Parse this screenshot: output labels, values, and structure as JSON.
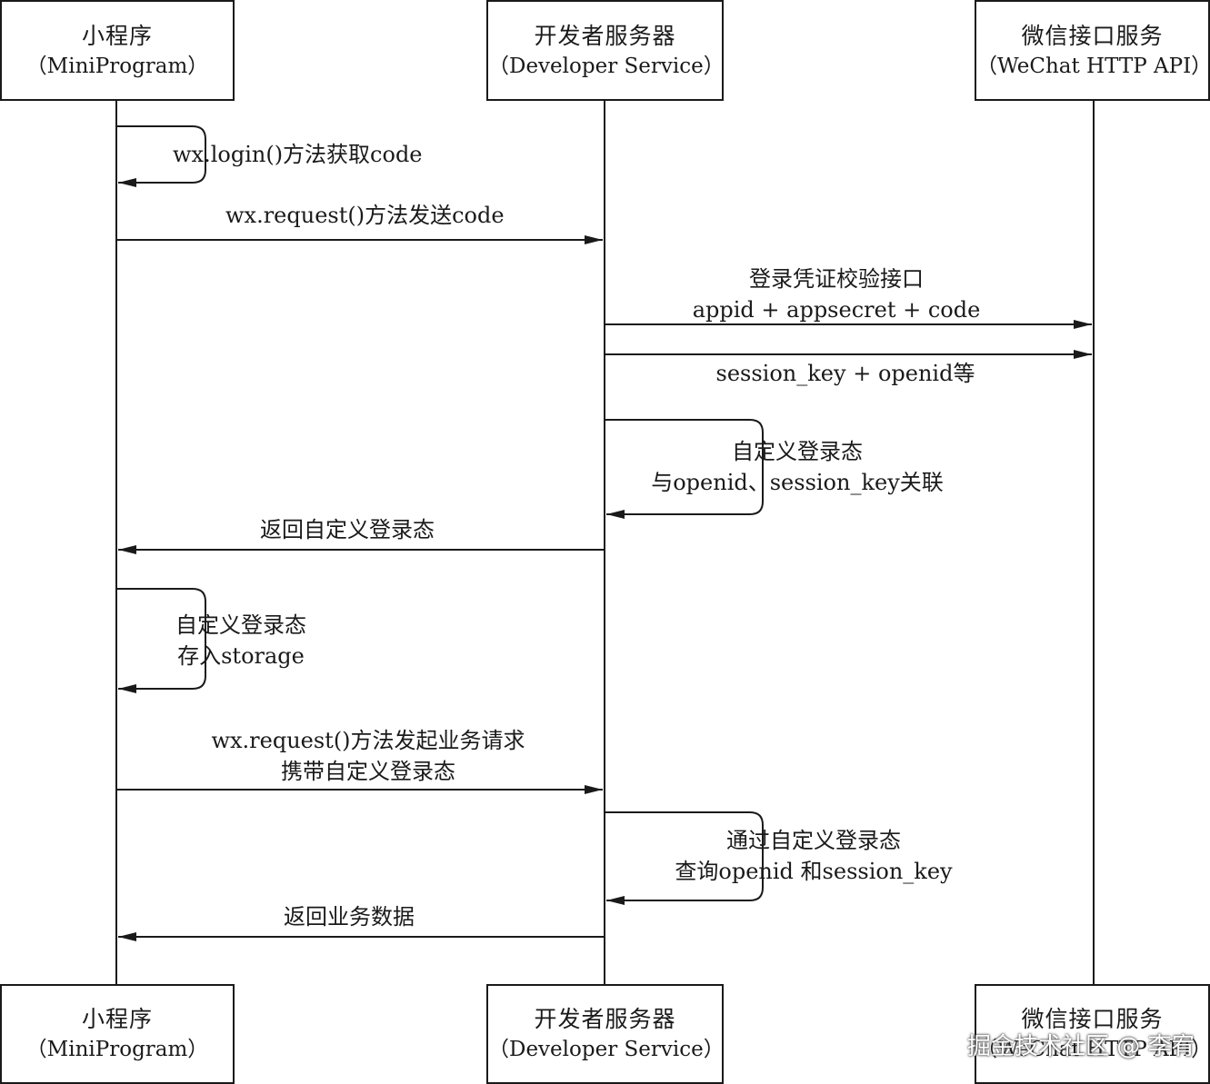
{
  "participants": {
    "miniprogram": {
      "name": "小程序",
      "sub": "（MiniProgram）"
    },
    "developer": {
      "name": "开发者服务器",
      "sub": "（Developer Service）"
    },
    "wechat": {
      "name": "微信接口服务",
      "sub": "（WeChat HTTP API）"
    }
  },
  "messages": [
    {
      "id": "m1",
      "from": "miniprogram",
      "to": "miniprogram",
      "self": true,
      "lines": [
        "wx.login()方法获取code"
      ]
    },
    {
      "id": "m2",
      "from": "miniprogram",
      "to": "developer",
      "lines": [
        "wx.request()方法发送code"
      ]
    },
    {
      "id": "m3",
      "from": "developer",
      "to": "wechat",
      "lines": [
        "登录凭证校验接口",
        "appid + appsecret + code"
      ]
    },
    {
      "id": "m4",
      "from": "developer",
      "to": "wechat",
      "lines": [
        "session_key + openid等"
      ]
    },
    {
      "id": "m5",
      "from": "developer",
      "to": "developer",
      "self": true,
      "lines": [
        "自定义登录态",
        "与openid、session_key关联"
      ]
    },
    {
      "id": "m6",
      "from": "developer",
      "to": "miniprogram",
      "lines": [
        "返回自定义登录态"
      ]
    },
    {
      "id": "m7",
      "from": "miniprogram",
      "to": "miniprogram",
      "self": true,
      "lines": [
        "自定义登录态",
        "存入storage"
      ]
    },
    {
      "id": "m8",
      "from": "miniprogram",
      "to": "developer",
      "lines": [
        "wx.request()方法发起业务请求",
        "携带自定义登录态"
      ]
    },
    {
      "id": "m9",
      "from": "developer",
      "to": "developer",
      "self": true,
      "lines": [
        "通过自定义登录态",
        "查询openid 和session_key"
      ]
    },
    {
      "id": "m10",
      "from": "developer",
      "to": "miniprogram",
      "lines": [
        "返回业务数据"
      ]
    }
  ],
  "watermark": "掘金技术社区 @ 李宥"
}
